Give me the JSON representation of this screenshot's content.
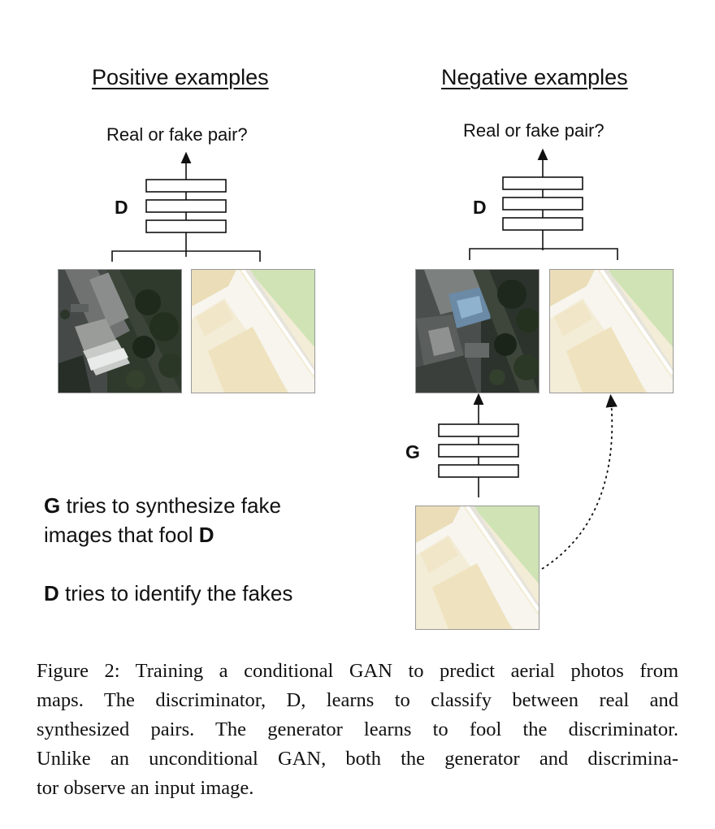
{
  "figure": {
    "positive_heading": "Positive examples",
    "negative_heading": "Negative examples",
    "question_positive": "Real or fake pair?",
    "question_negative": "Real or fake pair?",
    "d_label_positive": "D",
    "d_label_negative": "D",
    "g_label": "G",
    "desc": {
      "line1_bold": "G",
      "line1_text": " tries to synthesize fake",
      "line2_text": "images that fool ",
      "line2_bold": "D",
      "line3_bold": "D",
      "line3_text": " tries to identify the fakes"
    },
    "images": {
      "aerial_real": "aerial-photo",
      "map_input": "map-image",
      "aerial_fake": "synthesized-aerial-photo"
    },
    "colors": {
      "map_park_green": "#cfe3b4",
      "map_building_tan": "#efe2be",
      "map_road_white": "#f7f5ee",
      "aerial_dark": "#2e3a2c"
    }
  },
  "caption": {
    "lines": [
      "Figure 2: Training a conditional GAN to predict aerial photos from",
      "maps.  The discriminator, D, learns to classify between real and",
      "synthesized pairs.  The generator learns to fool the discriminator.",
      "Unlike an unconditional GAN, both the generator and discrimina-",
      "tor observe an input image."
    ]
  }
}
